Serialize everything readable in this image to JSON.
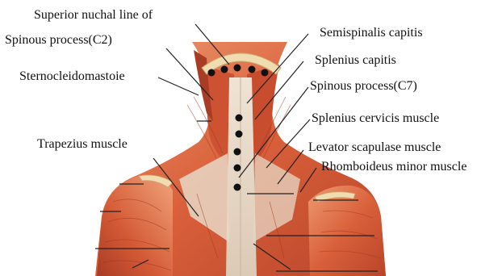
{
  "diagram": {
    "labels": {
      "superior_nuchal_line": "Superior nuchal line of",
      "spinous_process_c2": "Spinous process(C2)",
      "sternocleidomastoie": "Sternocleidomastoie",
      "trapezius_muscle": "Trapezius muscle",
      "semispinalis_capitis": "Semispinalis capitis",
      "splenius_capitis": "Splenius capitis",
      "spinous_process_c7": "Spinous process(C7)",
      "splenius_cervicis_muscle": "Splenius cervicis muscle",
      "levator_scapulase_muscle": "Levator scapulase muscle",
      "rhomboideus_minor_muscle": "Rhomboideus minor muscle"
    },
    "colors": {
      "muscle": "#d9603a",
      "muscle_dark": "#b8442a",
      "muscle_light": "#ee9a72",
      "tendon": "#e7d8c6",
      "bone": "#f0dcb0",
      "marker": "#111111",
      "leader": "#222222"
    }
  }
}
